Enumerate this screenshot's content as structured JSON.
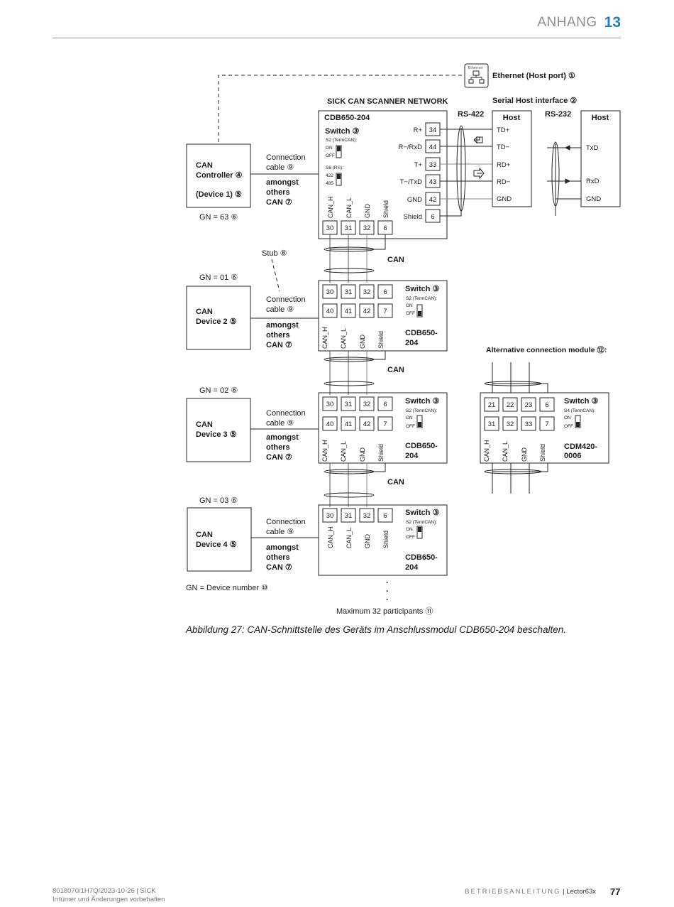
{
  "header": {
    "section": "ANHANG",
    "chapter": "13"
  },
  "diagram": {
    "ethernet_icon_label": "Ethernet",
    "ethernet_port": "Ethernet (Host port) ①",
    "serial_host_interface": "Serial Host interface ②",
    "network_title": "SICK CAN SCANNER NETWORK",
    "rs422": "RS-422",
    "rs232": "RS-232",
    "host": "Host",
    "controller": {
      "line1": "CAN",
      "line2": "Controller ④",
      "line3": "(Device 1) ⑤",
      "gn": "GN = 63 ⑥"
    },
    "connection_cable": [
      "Connection",
      "cable ⑨"
    ],
    "amongst": [
      "amongst",
      "others",
      "CAN ⑦"
    ],
    "main_module": {
      "name": "CDB650-204",
      "switch": "Switch ③",
      "s2": "S2 (TermCAN):",
      "on": "ON",
      "off": "OFF",
      "s6": "S6 (RS):",
      "s6_a": "422",
      "s6_b": "485",
      "signals": [
        "R+",
        "R−/RxD",
        "T+",
        "T−/TxD",
        "GND",
        "Shield"
      ],
      "signal_terminals": [
        "34",
        "44",
        "33",
        "43",
        "42",
        "6"
      ],
      "can_labels": [
        "CAN_H",
        "CAN_L",
        "GND",
        "Shield"
      ],
      "can_terminals": [
        "30",
        "31",
        "32",
        "6"
      ]
    },
    "rs422_host": [
      "TD+",
      "TD−",
      "RD+",
      "RD−",
      "GND"
    ],
    "rs232_host": [
      "TxD",
      "RxD",
      "GND"
    ],
    "stub": "Stub ⑧",
    "can": "CAN",
    "devices": [
      {
        "gn": "GN = 01 ⑥",
        "line1": "CAN",
        "line2": "Device 2 ⑤"
      },
      {
        "gn": "GN = 02 ⑥",
        "line1": "CAN",
        "line2": "Device 3 ⑤"
      },
      {
        "gn": "GN = 03 ⑥",
        "line1": "CAN",
        "line2": "Device 4 ⑤"
      }
    ],
    "dev_module": {
      "row1": [
        "30",
        "31",
        "32",
        "6"
      ],
      "row2": [
        "40",
        "41",
        "42",
        "7"
      ],
      "labels": [
        "CAN_H",
        "CAN_L",
        "GND",
        "Shield"
      ],
      "switch": "Switch ③",
      "s2": "S2 (TermCAN):",
      "on": "ON",
      "off": "OFF",
      "name": [
        "CDB650-",
        "204"
      ]
    },
    "alt_title": "Alternative connection module ⑫:",
    "alt_module": {
      "row1": [
        "21",
        "22",
        "23",
        "6"
      ],
      "row2": [
        "31",
        "32",
        "33",
        "7"
      ],
      "labels": [
        "CAN_H",
        "CAN_L",
        "GND",
        "Shield"
      ],
      "switch": "Switch ③",
      "s4": "S4 (TermCAN):",
      "on": "ON",
      "off": "OFF",
      "name": [
        "CDM420-",
        "0006"
      ]
    },
    "gn_device_number": "GN = Device number ⑩",
    "max_participants": "Maximum 32 participants ⑪",
    "ellipsis": "·"
  },
  "caption": "Abbildung 27: CAN-Schnittstelle des Geräts im Anschlussmodul CDB650-204 beschalten.",
  "footer": {
    "doc_id": "8018070/1H7Q/2023-10-26 | SICK",
    "disclaimer": "Irrtümer und Änderungen vorbehalten",
    "doc_type": "BETRIEBSANLEITUNG",
    "product": "| Lector63x",
    "page": "77"
  }
}
